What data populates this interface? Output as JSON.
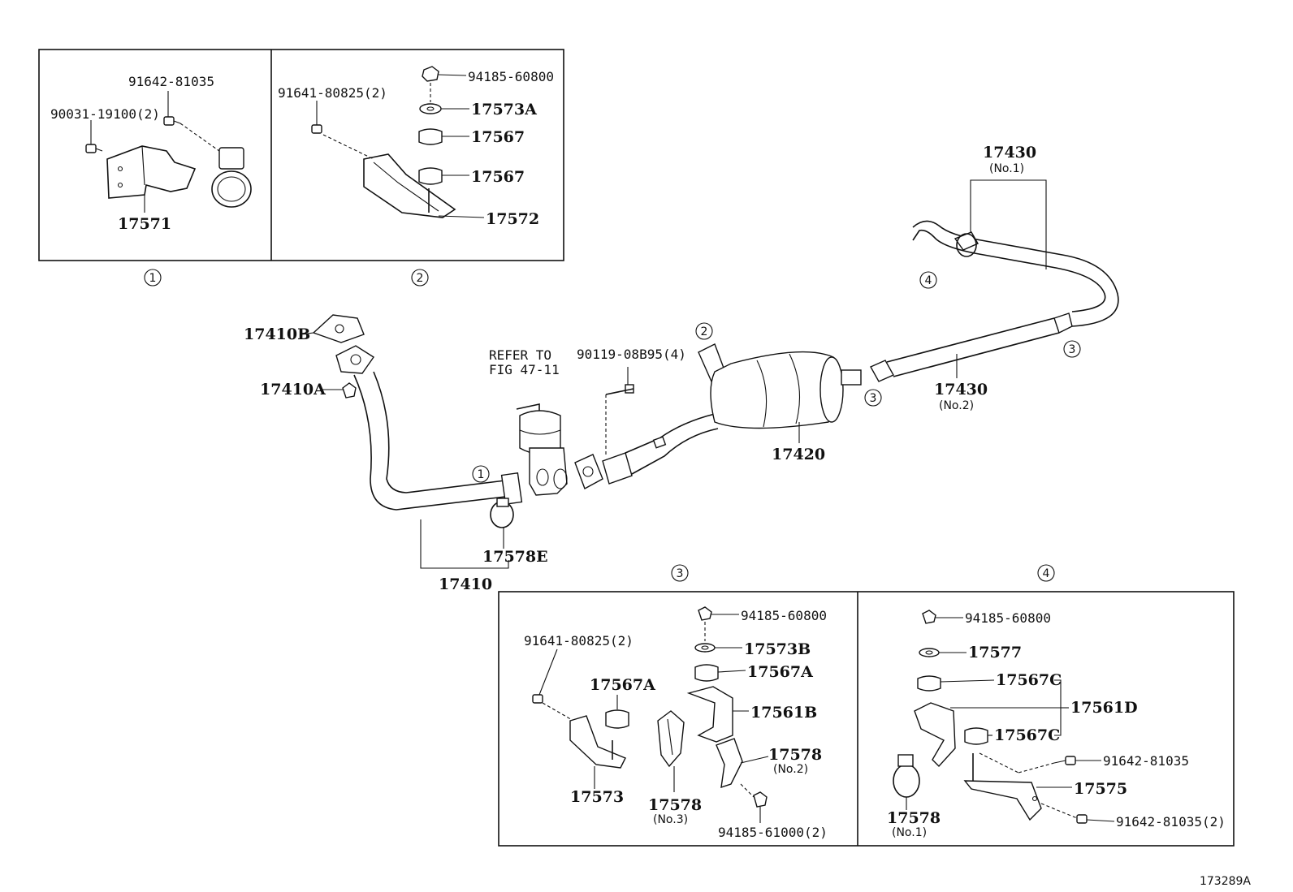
{
  "figure_id": "173289A",
  "callouts": {
    "c1": "1",
    "c2": "2",
    "c3": "3",
    "c4": "4"
  },
  "refer_note": {
    "line1": "REFER TO",
    "line2": "FIG 47-11"
  },
  "box1": {
    "p91642_81035": "91642-81035",
    "p90031_19100": "90031-19100(2)",
    "p17571": "17571"
  },
  "box2": {
    "p91641_80825": "91641-80825(2)",
    "p94185_60800": "94185-60800",
    "p17573A": "17573A",
    "p17567_top": "17567",
    "p17567_bot": "17567",
    "p17572": "17572"
  },
  "main": {
    "p17410B": "17410B",
    "p17410A": "17410A",
    "p90119": "90119-08B95(4)",
    "p17578E": "17578E",
    "p17410": "17410",
    "p17420": "17420",
    "p17430_no1": "17430",
    "no1": "(No.1)",
    "p17430_no2": "17430",
    "no2": "(No.2)"
  },
  "box3": {
    "p94185_60800": "94185-60800",
    "p17573B": "17573B",
    "p17567A_r": "17567A",
    "p17567A_l": "17567A",
    "p91641_80825": "91641-80825(2)",
    "p17561B": "17561B",
    "p17578_no2": "17578",
    "no2": "(No.2)",
    "p17578_no3": "17578",
    "no3": "(No.3)",
    "p17573": "17573",
    "p94185_61000": "94185-61000(2)"
  },
  "box4": {
    "p94185_60800": "94185-60800",
    "p17577": "17577",
    "p17567C_top": "17567C",
    "p17561D": "17561D",
    "p17567C_bot": "17567C",
    "p91642_81035": "91642-81035",
    "p17575": "17575",
    "p17578_no1": "17578",
    "no1": "(No.1)",
    "p91642_81035_2": "91642-81035(2)"
  }
}
